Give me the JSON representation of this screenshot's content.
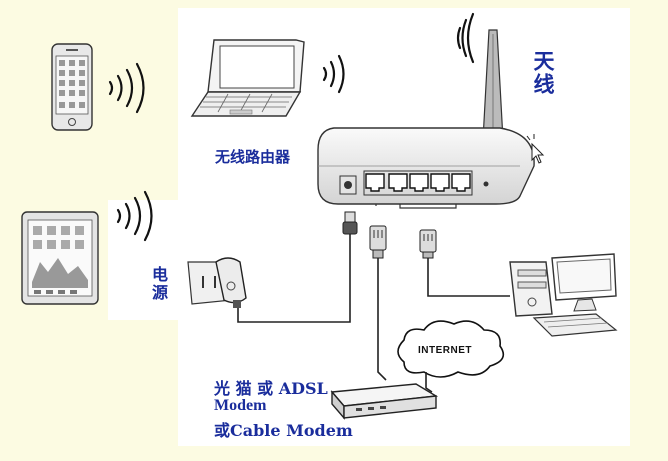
{
  "labels": {
    "antenna": "天线",
    "router": "无线路由器",
    "power": "电源",
    "modem_line1": "光 猫 或 ADSL",
    "modem_line2": "Modem",
    "modem_line3": "或Cable Modem",
    "internet": "INTERNET"
  },
  "colors": {
    "background": "#fcfbe2",
    "canvas": "#ffffff",
    "label": "#1a2d9c",
    "line": "#222222"
  }
}
